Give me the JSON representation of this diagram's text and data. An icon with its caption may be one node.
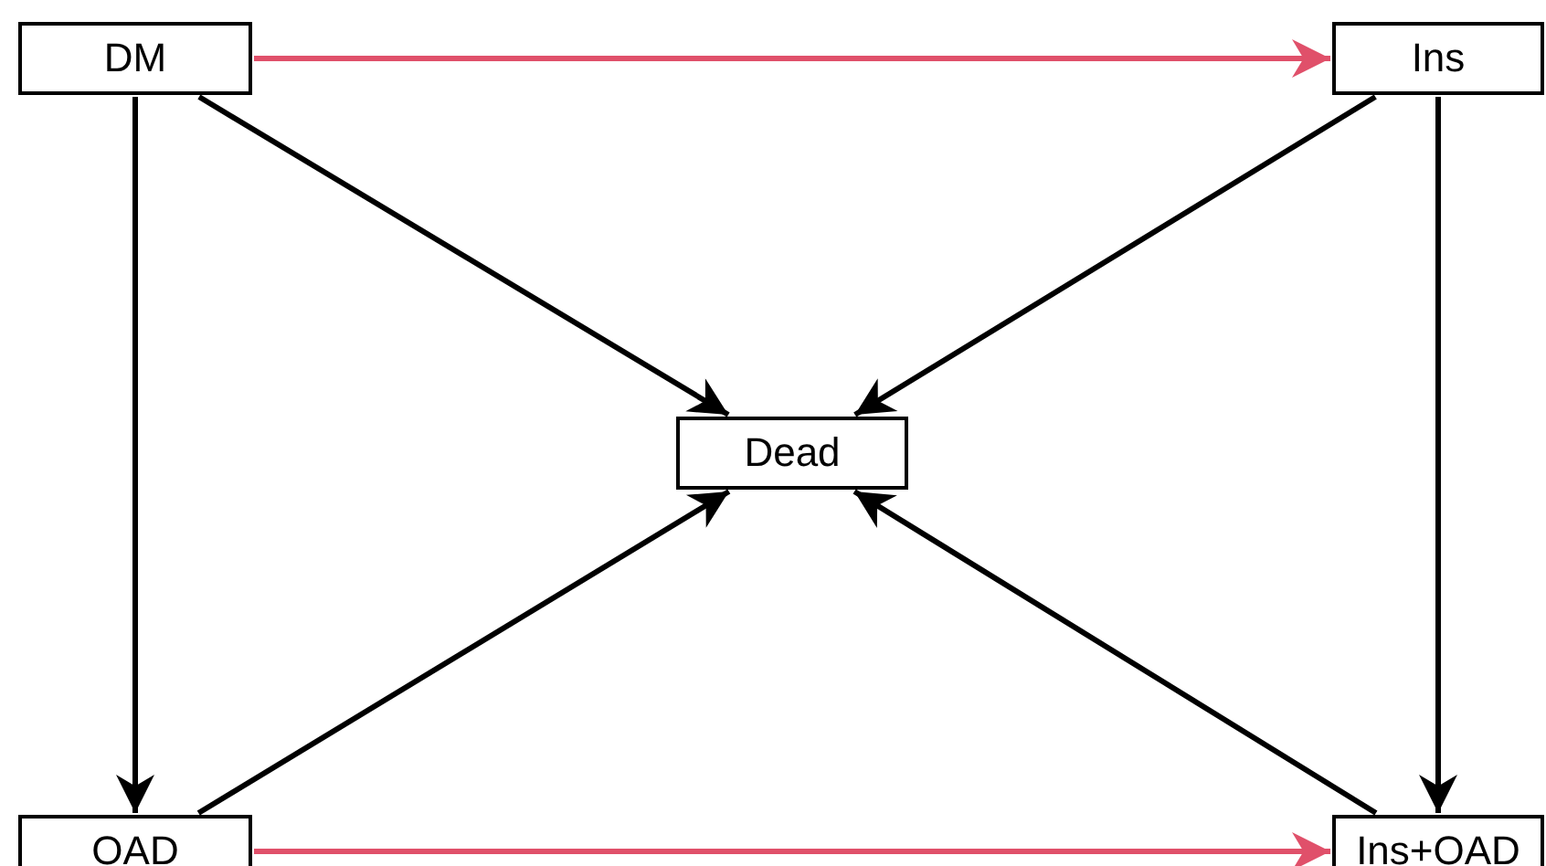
{
  "diagram": {
    "nodes": [
      {
        "text": [
          "DM"
        ]
      },
      {
        "text": [
          "Ins"
        ]
      },
      {
        "text": [
          "Dead"
        ]
      },
      {
        "text": [
          "OAD"
        ]
      },
      {
        "text": [
          "Ins+OAD"
        ]
      }
    ],
    "edges": [
      {
        "from": 0,
        "to": 1,
        "arrow": "to",
        "color": "#e0506a"
      },
      {
        "from": 0,
        "to": 2,
        "arrow": "to"
      },
      {
        "from": 1,
        "to": 2,
        "arrow": "to"
      },
      {
        "from": 0,
        "to": 3,
        "arrow": "to"
      },
      {
        "from": 1,
        "to": 4,
        "arrow": "to"
      },
      {
        "from": 3,
        "to": 2,
        "arrow": "to"
      },
      {
        "from": 4,
        "to": 2,
        "arrow": "to"
      },
      {
        "from": 3,
        "to": 4,
        "arrow": "to",
        "color": "#e0506a"
      }
    ]
  }
}
